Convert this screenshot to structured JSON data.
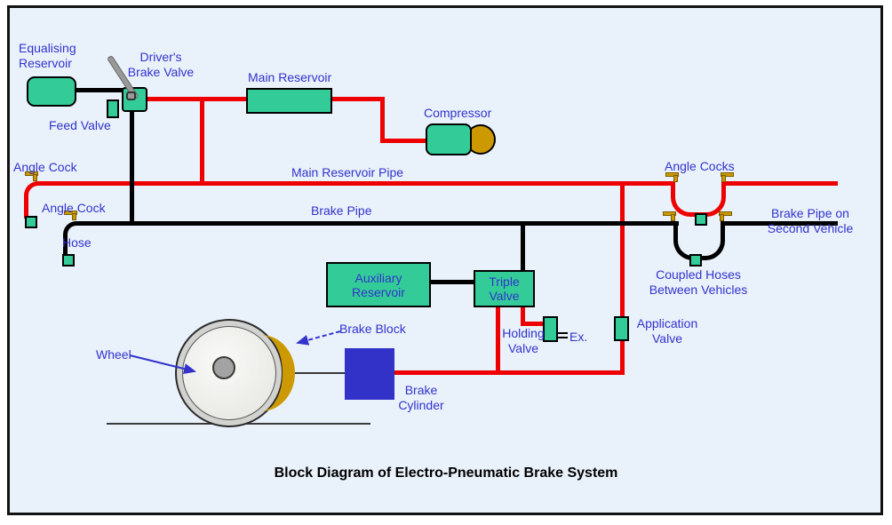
{
  "title": "Block Diagram of Electro-Pneumatic Brake System",
  "labels": {
    "equalising_reservoir": "Equalising Reservoir",
    "drivers_brake_valve": "Driver's Brake Valve",
    "feed_valve": "Feed Valve",
    "main_reservoir": "Main Reservoir",
    "compressor": "Compressor",
    "main_reservoir_pipe": "Main Reservoir Pipe",
    "angle_cock": "Angle Cock",
    "angle_cocks": "Angle Cocks",
    "hose": "Hose",
    "brake_pipe": "Brake Pipe",
    "brake_pipe_second_vehicle": "Brake Pipe on Second Vehicle",
    "coupled_hoses": "Coupled Hoses Between Vehicles",
    "auxiliary_reservoir": "Auxiliary Reservoir",
    "triple_valve": "Triple Valve",
    "holding_valve": "Holding Valve",
    "ex": "Ex.",
    "application_valve": "Application Valve",
    "wheel": "Wheel",
    "brake_block": "Brake Block",
    "brake_cylinder": "Brake Cylinder"
  },
  "colors": {
    "background": "#e9f1fb",
    "main_reservoir_pipe_red": "#ee0000",
    "brake_pipe_black": "#000000",
    "component_teal": "#33cc99",
    "label_blue": "#3333cc",
    "angle_cock_gold": "#cc9900",
    "brake_cylinder_blue": "#3232c8"
  },
  "icons": {
    "angle_cock": "angle-cock-icon",
    "brake_valve_lever": "lever-icon",
    "exhaust_port": "exhaust-icon",
    "pointer_arrow": "arrow-icon"
  }
}
